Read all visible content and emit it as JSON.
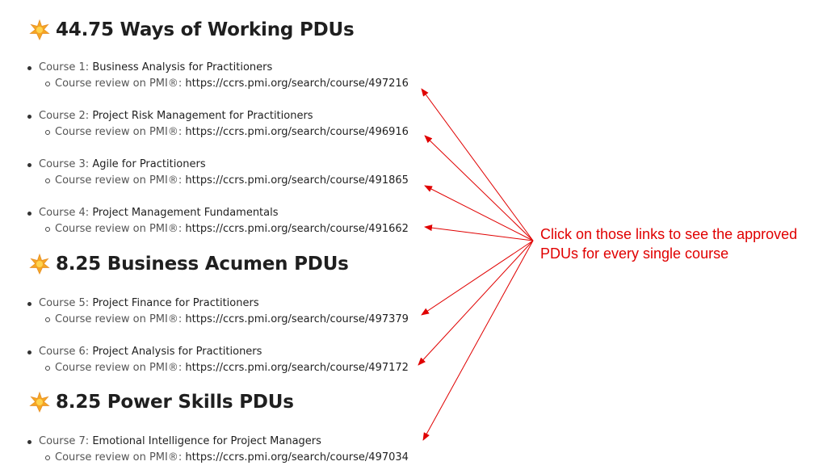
{
  "sections": [
    {
      "heading": "44.75 Ways of Working PDUs",
      "icon": "star-icon"
    },
    {
      "heading": "8.25 Business Acumen PDUs",
      "icon": "star-icon"
    },
    {
      "heading": "8.25 Power Skills PDUs",
      "icon": "star-icon"
    }
  ],
  "courses": [
    {
      "label": "Course 1:",
      "title": "Business Analysis for Practitioners",
      "review_label": "Course review on PMI®:",
      "url": "https://ccrs.pmi.org/search/course/497216"
    },
    {
      "label": "Course 2:",
      "title": "Project Risk Management for Practitioners",
      "review_label": "Course review on PMI®:",
      "url": "https://ccrs.pmi.org/search/course/496916"
    },
    {
      "label": "Course 3:",
      "title": "Agile for Practitioners",
      "review_label": "Course review on PMI®:",
      "url": "https://ccrs.pmi.org/search/course/491865"
    },
    {
      "label": "Course 4:",
      "title": "Project Management Fundamentals",
      "review_label": "Course review on PMI®:",
      "url": "https://ccrs.pmi.org/search/course/491662"
    },
    {
      "label": "Course 5:",
      "title": "Project Finance for Practitioners",
      "review_label": "Course review on PMI®:",
      "url": "https://ccrs.pmi.org/search/course/497379"
    },
    {
      "label": "Course 6:",
      "title": "Project Analysis for Practitioners",
      "review_label": "Course review on PMI®:",
      "url": "https://ccrs.pmi.org/search/course/497172"
    },
    {
      "label": "Course 7:",
      "title": "Emotional Intelligence for Project Managers",
      "review_label": "Course review on PMI®:",
      "url": "https://ccrs.pmi.org/search/course/497034"
    }
  ],
  "callout": {
    "line1": "Click on those links to see the approved",
    "line2": "PDUs for every single course"
  },
  "colors": {
    "annotation": "#e00000",
    "star": "#f5a623",
    "text": "#1f1f1f"
  }
}
